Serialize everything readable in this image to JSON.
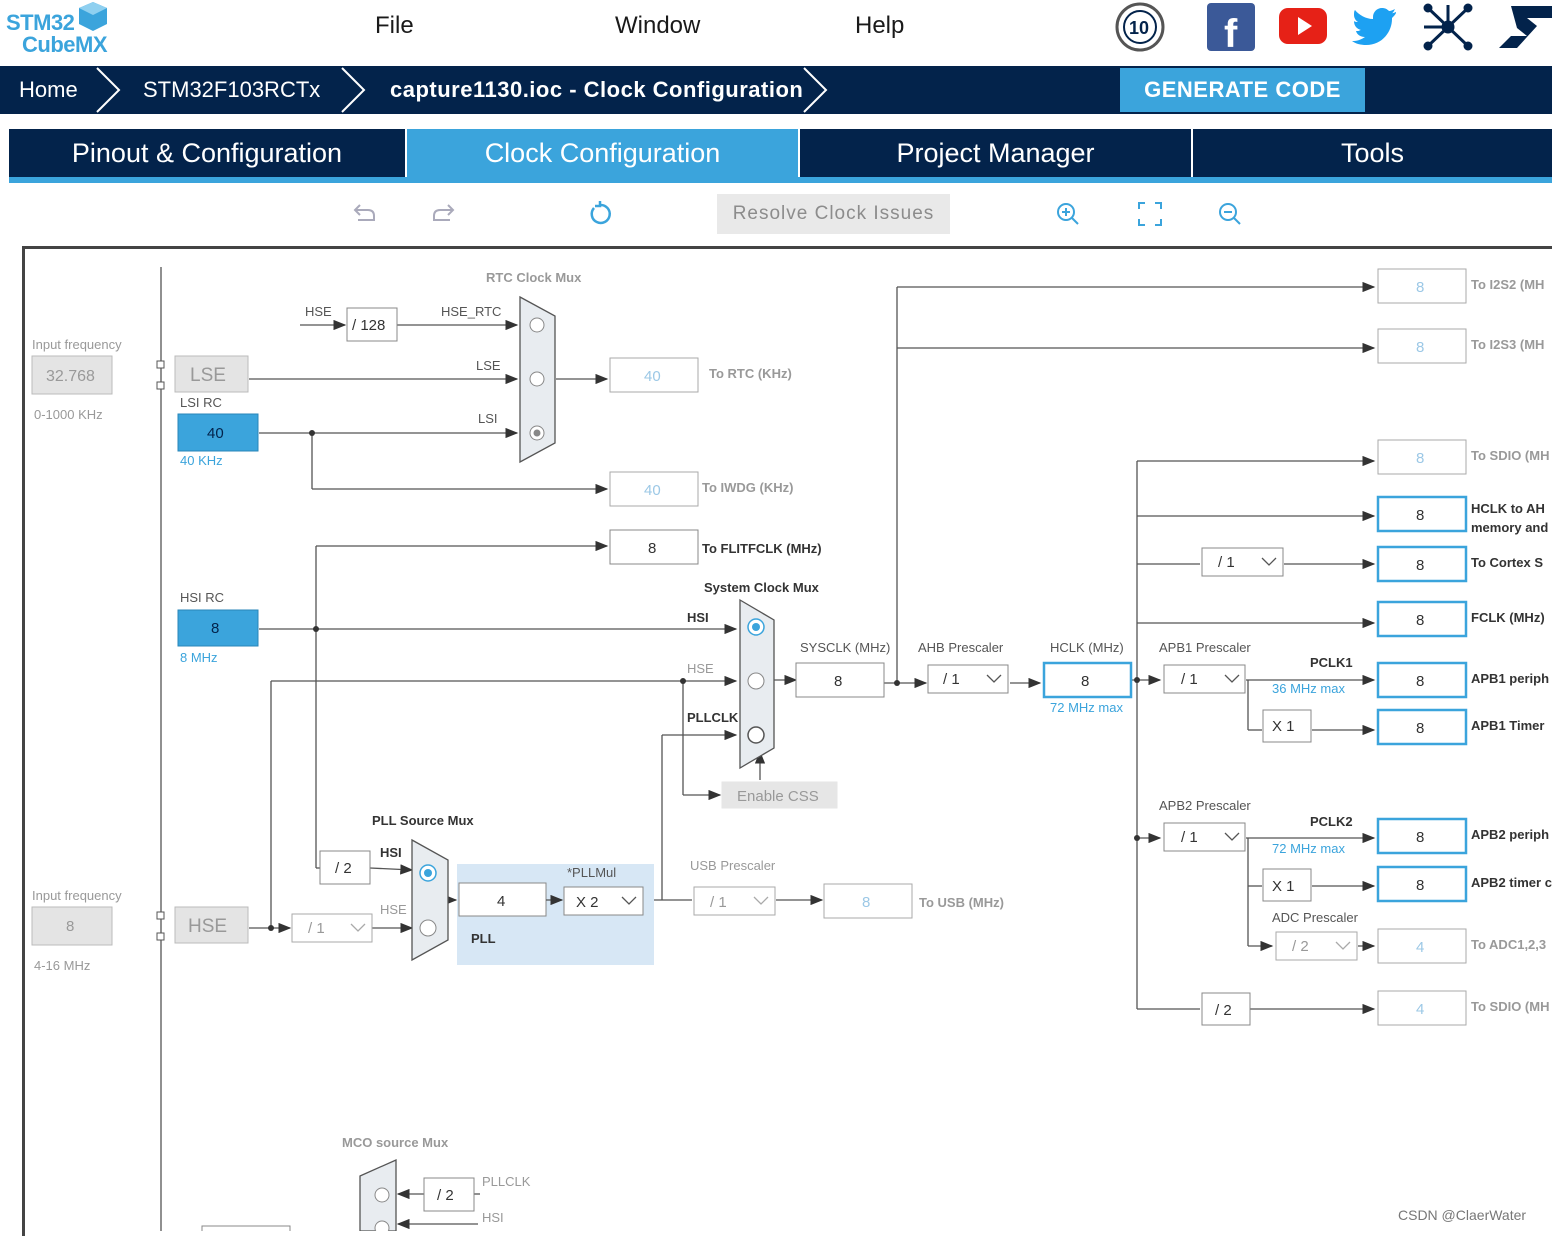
{
  "app": {
    "logo_line1": "STM32",
    "logo_line2": "CubeMX"
  },
  "menu": {
    "file": "File",
    "window": "Window",
    "help": "Help"
  },
  "breadcrumb": {
    "home": "Home",
    "device": "STM32F103RCTx",
    "file": "capture1130.ioc - Clock Configuration"
  },
  "generate_label": "GENERATE CODE",
  "tabs": [
    "Pinout & Configuration",
    "Clock Configuration",
    "Project Manager",
    "Tools"
  ],
  "active_tab": "Clock Configuration",
  "toolbar": {
    "resolve_label": "Resolve Clock Issues"
  },
  "colors": {
    "navy": "#03234b",
    "accent": "#3ba4dc"
  },
  "diagram": {
    "input_freq_label": "Input frequency",
    "lse_freq": "32.768",
    "lse_range": "0-1000 KHz",
    "lse": "LSE",
    "lsi_rc": "LSI RC",
    "lsi_value": "40",
    "lsi_note": "40 KHz",
    "rtc_mux": "RTC Clock Mux",
    "hse_label": "HSE",
    "div128": "/ 128",
    "hse_rtc": "HSE_RTC",
    "lse_label": "LSE",
    "lsi_label": "LSI",
    "to_rtc_value": "40",
    "to_rtc": "To RTC (KHz)",
    "to_iwdg_value": "40",
    "to_iwdg": "To IWDG (KHz)",
    "flitf_value": "8",
    "to_flitfclk": "To FLITFCLK (MHz)",
    "hsi_rc": "HSI RC",
    "hsi_value": "8",
    "hsi_note": "8 MHz",
    "sys_mux": "System Clock Mux",
    "hsi_label": "HSI",
    "pllclk_label": "PLLCLK",
    "sysclk_label": "SYSCLK (MHz)",
    "sysclk_value": "8",
    "ahb_label": "AHB Prescaler",
    "ahb_value": "/ 1",
    "hclk_label": "HCLK (MHz)",
    "hclk_value": "8",
    "hclk_max": "72 MHz max",
    "apb1_label": "APB1 Prescaler",
    "apb1_value": "/ 1",
    "pclk1": "PCLK1",
    "pclk1_max": "36 MHz max",
    "x1a": "X 1",
    "enable_css": "Enable CSS",
    "apb2_label": "APB2 Prescaler",
    "apb2_value": "/ 1",
    "pclk2": "PCLK2",
    "pclk2_max": "72 MHz max",
    "x1b": "X 1",
    "adc_label": "ADC Prescaler",
    "adc_value": "/ 2",
    "pll_src_mux": "PLL Source Mux",
    "div2": "/ 2",
    "hse_in_freq": "8",
    "hse_range": "4-16 MHz",
    "hse_div": "/ 1",
    "pll_value": "4",
    "pllmul_label": "*PLLMul",
    "pllmul_value": "X 2",
    "pll_label": "PLL",
    "usb_label": "USB Prescaler",
    "usb_value": "/ 1",
    "usb_out": "8",
    "to_usb": "To USB (MHz)",
    "mco_mux": "MCO source Mux",
    "mco_div": "/ 2",
    "cortex_div": "/ 1",
    "sdio_div": "/ 2",
    "outputs": [
      {
        "value": "8",
        "label": "To I2S2 (MH",
        "active": false
      },
      {
        "value": "8",
        "label": "To I2S3 (MH",
        "active": false
      },
      {
        "value": "8",
        "label": "To SDIO (MH",
        "active": false
      },
      {
        "value": "8",
        "label": "HCLK to AH",
        "label2": "memory and",
        "active": true
      },
      {
        "value": "8",
        "label": "To Cortex S",
        "active": true
      },
      {
        "value": "8",
        "label": "FCLK (MHz)",
        "active": true
      },
      {
        "value": "8",
        "label": "APB1 periph",
        "active": true
      },
      {
        "value": "8",
        "label": "APB1 Timer",
        "active": true
      },
      {
        "value": "8",
        "label": "APB2 periph",
        "active": true
      },
      {
        "value": "8",
        "label": "APB2 timer c",
        "active": true
      },
      {
        "value": "4",
        "label": "To ADC1,2,3",
        "active": false
      },
      {
        "value": "4",
        "label": "To SDIO (MH",
        "active": false
      }
    ]
  },
  "watermark": "CSDN @ClaerWater"
}
